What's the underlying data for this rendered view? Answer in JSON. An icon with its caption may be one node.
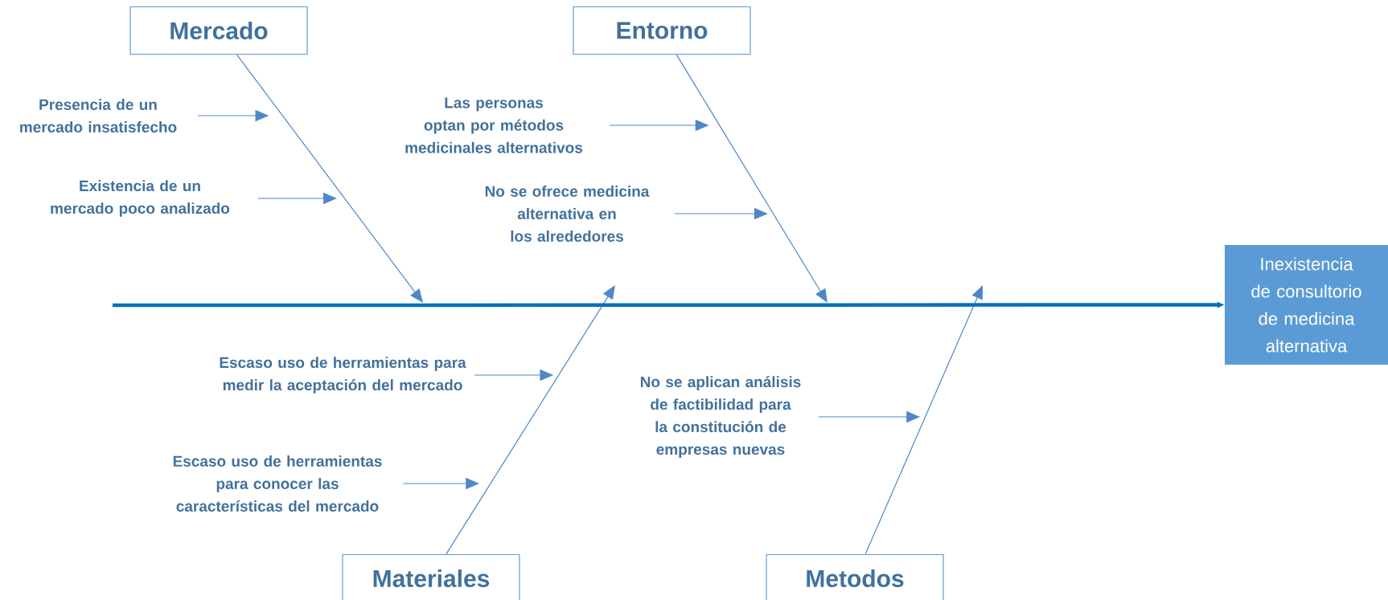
{
  "diagram": {
    "nodes": [
      {
        "text": [
          "Mercado"
        ]
      },
      {
        "text": [
          "Entorno"
        ]
      },
      {
        "text": [
          "Presencia de un mercado insatisfecho"
        ]
      },
      {
        "text": [
          "Las personas optan por métodos medicinales alternativos"
        ]
      },
      {
        "text": [
          "Existencia de un mercado poco analizado"
        ]
      },
      {
        "text": [
          "No se ofrece medicina alternativa en los alrededores"
        ]
      },
      {
        "text": [
          "Inexistencia de consultorio de medicina alternativa"
        ]
      },
      {
        "text": [
          "Escaso uso de herramientas para medir la aceptación del mercado"
        ]
      },
      {
        "text": [
          "No se aplican análisis de factibilidad para la constitución de empresas nuevas"
        ]
      },
      {
        "text": [
          "Escaso uso de herramientas para conocer las características del mercado"
        ]
      },
      {
        "text": [
          "Materiales"
        ]
      },
      {
        "text": [
          "Metodos"
        ]
      }
    ],
    "edges": [
      {
        "from": 0,
        "to": null,
        "arrow": "to"
      },
      {
        "from": 1,
        "to": null,
        "arrow": "to"
      },
      {
        "from": 10,
        "to": null,
        "arrow": "to"
      },
      {
        "from": 11,
        "to": null,
        "arrow": "to"
      },
      {
        "from": 2,
        "to": null,
        "arrow": "to"
      },
      {
        "from": 4,
        "to": null,
        "arrow": "to"
      },
      {
        "from": 3,
        "to": null,
        "arrow": "to"
      },
      {
        "from": 5,
        "to": null,
        "arrow": "to"
      },
      {
        "from": 7,
        "to": null,
        "arrow": "to"
      },
      {
        "from": 9,
        "to": null,
        "arrow": "to"
      },
      {
        "from": 8,
        "to": null,
        "arrow": "to"
      },
      {
        "from": null,
        "to": 6,
        "arrow": "to",
        "style": "thick",
        "color": "#0070c0"
      }
    ]
  }
}
